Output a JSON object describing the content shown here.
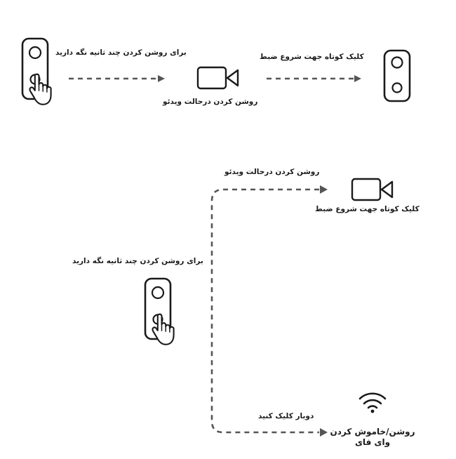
{
  "top_flow": {
    "hold_instruction": "برای روشن کردن چند ثانیه نگه دارید",
    "video_mode_label": "روشن کردن درحالت ویدئو",
    "short_click_label": "کلیک کوتاه جهت شروع ضبط",
    "icons": [
      "hand-press-camera-icon",
      "video-camera-icon",
      "camera-device-icon"
    ]
  },
  "bottom_flow": {
    "hold_instruction": "برای روشن کردن چند ثانیه نگه دارید",
    "video_mode_label": "روشن کردن درحالت ویدئو",
    "short_click_label": "کلیک کوتاه جهت شروع ضبط",
    "double_click_label": "دوبار کلیک کنید",
    "wifi_label_line1": "روشن/خاموش کردن",
    "wifi_label_line2": "وای فای",
    "icons": [
      "hand-press-camera-icon",
      "video-camera-icon",
      "wifi-icon"
    ]
  },
  "colors": {
    "stroke": "#1a1a1a",
    "arrow": "#555555",
    "background": "#ffffff"
  }
}
